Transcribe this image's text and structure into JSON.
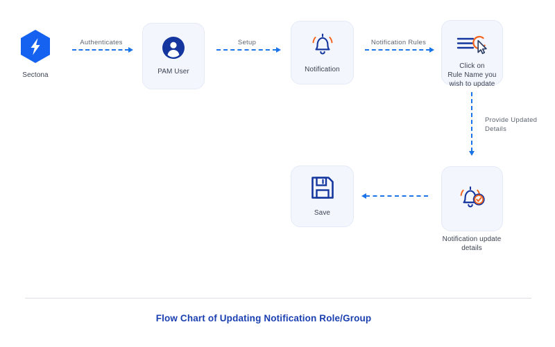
{
  "diagram": {
    "title": "Flow Chart of Updating Notification Role/Group",
    "colors": {
      "accent_blue": "#1a73e8",
      "deep_blue": "#14369e",
      "orange": "#f4651f",
      "card_bg": "#f3f6fd",
      "card_border": "#e4eaf6",
      "title_color": "#1a3fb0",
      "text_color": "#3b4250",
      "divider": "#dcdfe4"
    },
    "nodes": [
      {
        "id": "sectona",
        "label": "Sectona",
        "icon": "sectona-hexagon-bolt-icon",
        "type": "logo"
      },
      {
        "id": "pam-user",
        "label": "PAM User",
        "icon": "user-avatar-icon",
        "type": "card"
      },
      {
        "id": "notification",
        "label": "Notification",
        "icon": "bell-ringing-icon",
        "type": "card"
      },
      {
        "id": "rule-name",
        "label": "Click on\nRule Name you\nwish to update",
        "icon": "menu-list-cursor-icon",
        "type": "card"
      },
      {
        "id": "notification-update",
        "label": "Notification update\ndetails",
        "icon": "bell-check-icon",
        "type": "card"
      },
      {
        "id": "save",
        "label": "Save",
        "icon": "floppy-disk-save-icon",
        "type": "card"
      }
    ],
    "edges": [
      {
        "id": "edge-authenticates",
        "label": "Authenticates",
        "from": "sectona",
        "to": "pam-user",
        "direction": "right"
      },
      {
        "id": "edge-setup",
        "label": "Setup",
        "from": "pam-user",
        "to": "notification",
        "direction": "right"
      },
      {
        "id": "edge-notification-rules",
        "label": "Notification Rules",
        "from": "notification",
        "to": "rule-name",
        "direction": "right"
      },
      {
        "id": "edge-provide-updated-details",
        "label": "Provide Updated\nDetails",
        "from": "rule-name",
        "to": "notification-update",
        "direction": "down"
      },
      {
        "id": "edge-to-save",
        "label": "",
        "from": "notification-update",
        "to": "save",
        "direction": "left"
      }
    ]
  }
}
